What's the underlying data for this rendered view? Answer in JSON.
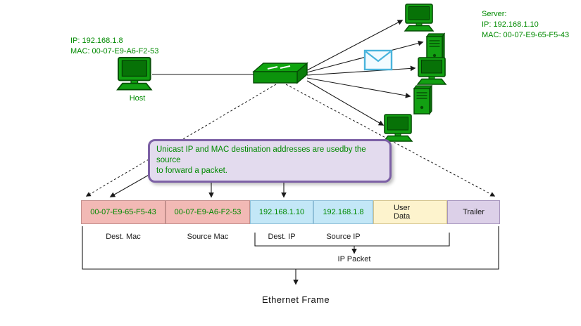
{
  "host": {
    "ip": "IP: 192.168.1.8",
    "mac": "MAC: 00-07-E9-A6-F2-53",
    "label": "Host"
  },
  "server": {
    "title": "Server:",
    "ip": "IP: 192.168.1.10",
    "mac": "MAC: 00-07-E9-65-F5-43"
  },
  "callout": {
    "text": "Unicast IP and MAC destination addresses are usedby the source\nto forward a packet."
  },
  "frame": {
    "fields": [
      {
        "value": "00-07-E9-65-F5-43",
        "label": "Dest. Mac"
      },
      {
        "value": "00-07-E9-A6-F2-53",
        "label": "Source Mac"
      },
      {
        "value": "192.168.1.10",
        "label": "Dest. IP"
      },
      {
        "value": "192.168.1.8",
        "label": "Source IP"
      },
      {
        "value": "User\nData",
        "label": ""
      },
      {
        "value": "Trailer",
        "label": ""
      }
    ],
    "ip_packet_label": "IP Packet",
    "ethernet_frame_label": "Ethernet Frame"
  },
  "icons": {
    "switch": "network-switch",
    "envelope": "message-envelope",
    "host": "desktop-computer",
    "devices": [
      "desktop-computer",
      "tower-server",
      "desktop-computer",
      "tower-server",
      "desktop-computer"
    ]
  },
  "colors": {
    "text_green": "#008a00",
    "mac_field_bg": "#f2b9b5",
    "ip_field_bg": "#c3e7f7",
    "user_data_bg": "#fdf3cd",
    "trailer_bg": "#dcd0e8",
    "callout_border": "#7c60a5",
    "callout_bg": "#e3dbee",
    "device_green": "#12a012",
    "envelope_blue": "#49b4dc"
  }
}
